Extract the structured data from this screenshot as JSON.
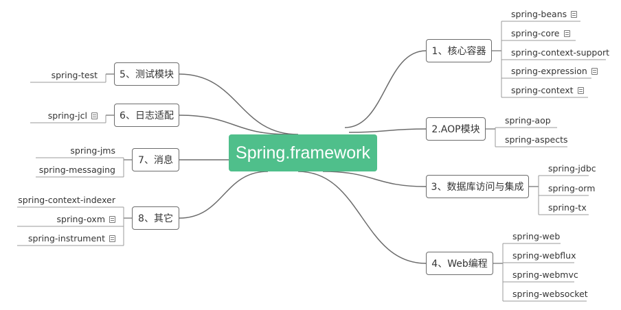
{
  "root": {
    "label": "Spring.framework"
  },
  "topics": [
    {
      "key": "core",
      "label": "1、核心容器",
      "leaves": [
        {
          "label": "spring-beans",
          "note": true
        },
        {
          "label": "spring-core",
          "note": true
        },
        {
          "label": "spring-context-support",
          "note": false
        },
        {
          "label": "spring-expression",
          "note": true
        },
        {
          "label": "spring-context",
          "note": true
        }
      ]
    },
    {
      "key": "aop",
      "label": "2.AOP模块",
      "leaves": [
        {
          "label": "spring-aop",
          "note": false
        },
        {
          "label": "spring-aspects",
          "note": false
        }
      ]
    },
    {
      "key": "data",
      "label": "3、数据库访问与集成",
      "leaves": [
        {
          "label": "spring-jdbc",
          "note": false
        },
        {
          "label": "spring-orm",
          "note": false
        },
        {
          "label": "spring-tx",
          "note": false
        }
      ]
    },
    {
      "key": "web",
      "label": "4、Web编程",
      "leaves": [
        {
          "label": "spring-web",
          "note": false
        },
        {
          "label": "spring-webflux",
          "note": false
        },
        {
          "label": "spring-webmvc",
          "note": false
        },
        {
          "label": "spring-websocket",
          "note": false
        }
      ]
    },
    {
      "key": "test",
      "label": "5、测试模块",
      "leaves": [
        {
          "label": "spring-test",
          "note": false
        }
      ]
    },
    {
      "key": "log",
      "label": "6、日志适配",
      "leaves": [
        {
          "label": "spring-jcl",
          "note": true
        }
      ]
    },
    {
      "key": "msg",
      "label": "7、消息",
      "leaves": [
        {
          "label": "spring-jms",
          "note": false
        },
        {
          "label": "spring-messaging",
          "note": false
        }
      ]
    },
    {
      "key": "other",
      "label": "8、其它",
      "leaves": [
        {
          "label": "spring-context-indexer",
          "note": false
        },
        {
          "label": "spring-oxm",
          "note": true
        },
        {
          "label": "spring-instrument",
          "note": true
        }
      ]
    }
  ],
  "colors": {
    "root_fill": "#4fbf8b",
    "root_text": "#ffffff",
    "line": "#6b6b6b",
    "leaf_line": "#9a9a9a"
  }
}
